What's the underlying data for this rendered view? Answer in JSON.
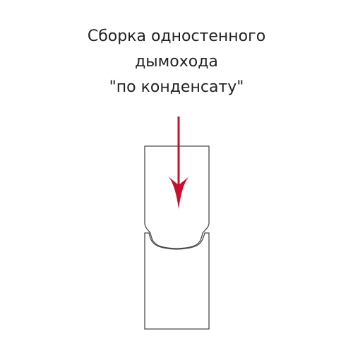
{
  "title": {
    "line1": "Сборка одностенного",
    "line2": "дымохода",
    "line3": "\"по конденсату\""
  },
  "colors": {
    "background": "#ffffff",
    "outline": "#4a4a4a",
    "arrow": "#c8102e",
    "text": "#222222"
  },
  "diagram": {
    "upper_pipe": "upper-pipe",
    "lower_pipe": "lower-pipe",
    "arrow_direction": "down"
  }
}
